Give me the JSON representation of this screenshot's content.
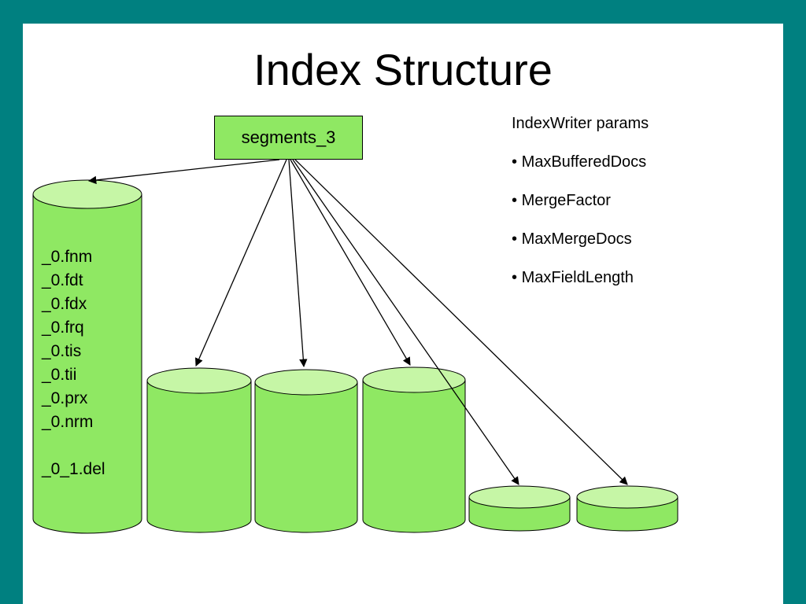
{
  "slide": {
    "title": "Index Structure",
    "segments_box": {
      "label": "segments_3"
    },
    "index_writer_params": {
      "title": "IndexWriter params",
      "items": [
        "MaxBufferedDocs",
        "MergeFactor",
        "MaxMergeDocs",
        "MaxFieldLength"
      ]
    },
    "segment_files": {
      "lines": [
        "_0.fnm",
        "_0.fdt",
        "_0.fdx",
        "_0.frq",
        "_0.tis",
        "_0.tii",
        "_0.prx",
        "_0.nrm",
        "",
        "_0_1.del"
      ]
    }
  },
  "colors": {
    "border_teal": "#008080",
    "cylinder_body": "#8FE863",
    "cylinder_top": "#C6F6A6",
    "box_fill": "#8FE863",
    "outline": "#000000"
  }
}
